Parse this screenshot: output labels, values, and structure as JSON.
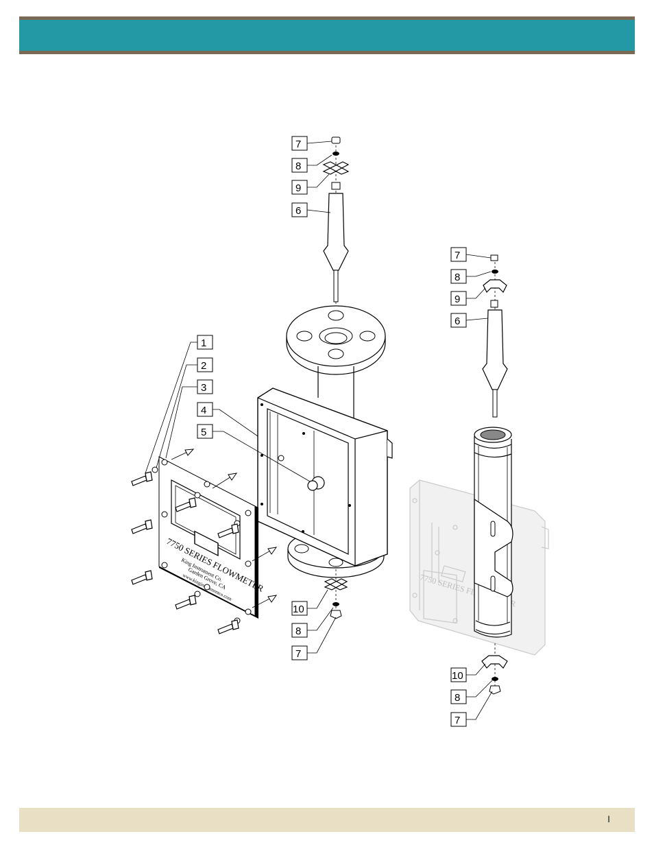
{
  "page": {
    "page_marker": "I"
  },
  "plate": {
    "series": "7750 SERIES FLOWMETER",
    "line1": "King Instrument Co.",
    "line2": "Garden Grove, CA",
    "line3": "www.kinginstrumentco.com"
  },
  "callouts": {
    "c1": "1",
    "c2": "2",
    "c3": "3",
    "c4": "4",
    "c5": "5",
    "c6a": "6",
    "c7a": "7",
    "c8a": "8",
    "c9a": "9",
    "c10b": "10",
    "c8b": "8",
    "c7b": "7",
    "c7c": "7",
    "c8c": "8",
    "c9c": "9",
    "c6c": "6",
    "c10d": "10",
    "c8d": "8",
    "c7d": "7"
  },
  "colors": {
    "header": "#2399a6",
    "header_rule": "#7a6a55",
    "footer": "#e8dfc4"
  }
}
